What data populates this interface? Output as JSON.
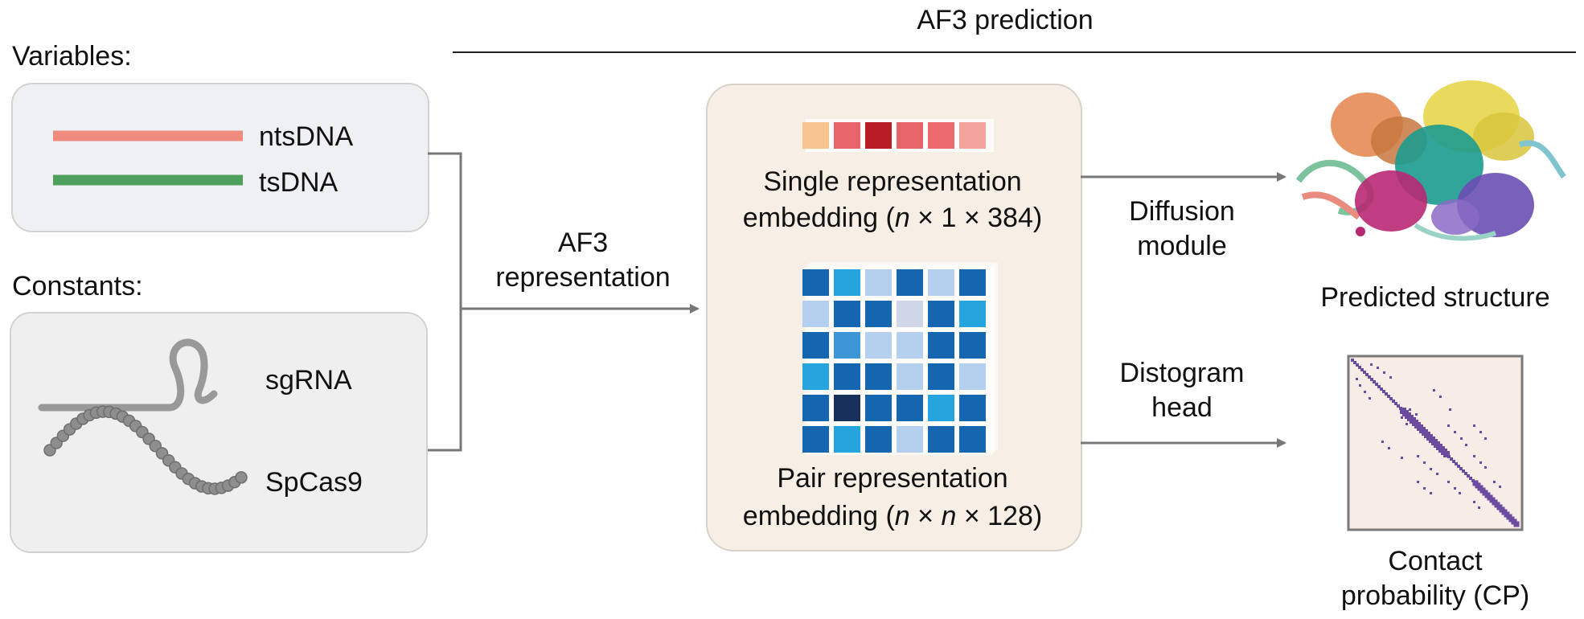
{
  "header": {
    "title": "AF3 prediction"
  },
  "inputs": {
    "variables_label": "Variables:",
    "variables": [
      {
        "label": "ntsDNA",
        "color": "#f08a7e"
      },
      {
        "label": "tsDNA",
        "color": "#4f9f5e"
      }
    ],
    "constants_label": "Constants:",
    "constants": [
      {
        "label": "sgRNA",
        "icon": "sgrna-icon"
      },
      {
        "label": "SpCas9",
        "icon": "protein-chain-icon"
      }
    ]
  },
  "arrows": {
    "representation_label_line1": "AF3",
    "representation_label_line2": "representation",
    "diffusion_label_line1": "Diffusion",
    "diffusion_label_line2": "module",
    "distogram_label_line1": "Distogram",
    "distogram_label_line2": "head"
  },
  "embedding": {
    "single_line1": "Single representation",
    "single_line2_prefix": "embedding (",
    "single_n": "n",
    "single_line2_suffix": " × 1 × 384)",
    "pair_line1": "Pair representation",
    "pair_line2_prefix": "embedding (",
    "pair_n1": "n",
    "pair_times": " × ",
    "pair_n2": "n",
    "pair_line2_suffix": " × 128)",
    "single_colors": [
      "#f7c48f",
      "#e8646b",
      "#b81c27",
      "#e8646b",
      "#ea6a6e",
      "#f2a49a"
    ],
    "pair_colors": [
      [
        "#1566b0",
        "#26a4dd",
        "#b5cfee",
        "#1566b0",
        "#b5cfee",
        "#1566b0"
      ],
      [
        "#b5cfee",
        "#1566b0",
        "#1566b0",
        "#cfd6e8",
        "#1566b0",
        "#26a4dd"
      ],
      [
        "#1566b0",
        "#3f96d6",
        "#b5cfee",
        "#b5cfee",
        "#1566b0",
        "#1566b0"
      ],
      [
        "#26a4dd",
        "#1566b0",
        "#1566b0",
        "#b5cfee",
        "#1566b0",
        "#b5cfee"
      ],
      [
        "#1566b0",
        "#17305c",
        "#1566b0",
        "#1566b0",
        "#26a4dd",
        "#1566b0"
      ],
      [
        "#1566b0",
        "#26a4dd",
        "#1566b0",
        "#b5cfee",
        "#1566b0",
        "#1566b0"
      ]
    ]
  },
  "outputs": {
    "structure_label": "Predicted structure",
    "contact_line1": "Contact",
    "contact_line2": "probability (CP)"
  },
  "colors": {
    "contact_dots": "#6b4aa0",
    "panel_input_bg": "#eff0f3",
    "panel_const_bg": "#efefef",
    "panel_embed_bg": "#f7efe6",
    "arrow": "#777777"
  }
}
